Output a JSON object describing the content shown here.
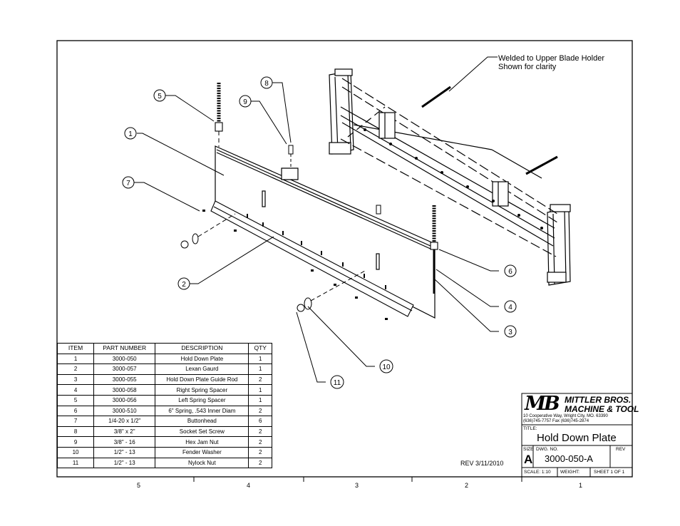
{
  "callout": {
    "line1": "Welded to Upper Blade Holder",
    "line2": "Shown for clarity"
  },
  "balloons": [
    "1",
    "2",
    "3",
    "4",
    "5",
    "6",
    "7",
    "8",
    "9",
    "10",
    "11"
  ],
  "bom": {
    "headers": [
      "ITEM",
      "PART NUMBER",
      "DESCRIPTION",
      "QTY"
    ],
    "rows": [
      [
        "1",
        "3000-050",
        "Hold Down Plate",
        "1"
      ],
      [
        "2",
        "3000-057",
        "Lexan Gaurd",
        "1"
      ],
      [
        "3",
        "3000-055",
        "Hold Down Plate Guide Rod",
        "2"
      ],
      [
        "4",
        "3000-058",
        "Right Spring Spacer",
        "1"
      ],
      [
        "5",
        "3000-056",
        "Left Spring Spacer",
        "1"
      ],
      [
        "6",
        "3000-510",
        "6\" Spring, .543 Inner Diam",
        "2"
      ],
      [
        "7",
        "1/4-20 x 1/2\"",
        "Buttonhead",
        "6"
      ],
      [
        "8",
        "3/8\" x 2\"",
        "Socket Set Screw",
        "2"
      ],
      [
        "9",
        "3/8\" - 16",
        "Hex Jam Nut",
        "2"
      ],
      [
        "10",
        "1/2\" - 13",
        "Fender Washer",
        "2"
      ],
      [
        "11",
        "1/2\" - 13",
        "Nylock Nut",
        "2"
      ]
    ]
  },
  "title_block": {
    "logo": "MB",
    "company_line1": "MITTLER BROS.",
    "company_line2": "MACHINE & TOOL",
    "address_line1": "10 Cooperative Way, Wright City, MO. 63390",
    "address_line2": "(636)745-7757  Fax (636)745-2874",
    "title_label": "TITLE:",
    "title": "Hold Down Plate",
    "size_label": "SIZE",
    "size": "A",
    "dwg_label": "DWG.  NO.",
    "dwg_no": "3000-050-A",
    "rev_label": "REV",
    "scale": "SCALE: 1:10",
    "weight": "WEIGHT:",
    "sheet": "SHEET 1 OF 1"
  },
  "revision_note": "REV 3/11/2010",
  "zones": [
    "5",
    "4",
    "3",
    "2",
    "1"
  ]
}
